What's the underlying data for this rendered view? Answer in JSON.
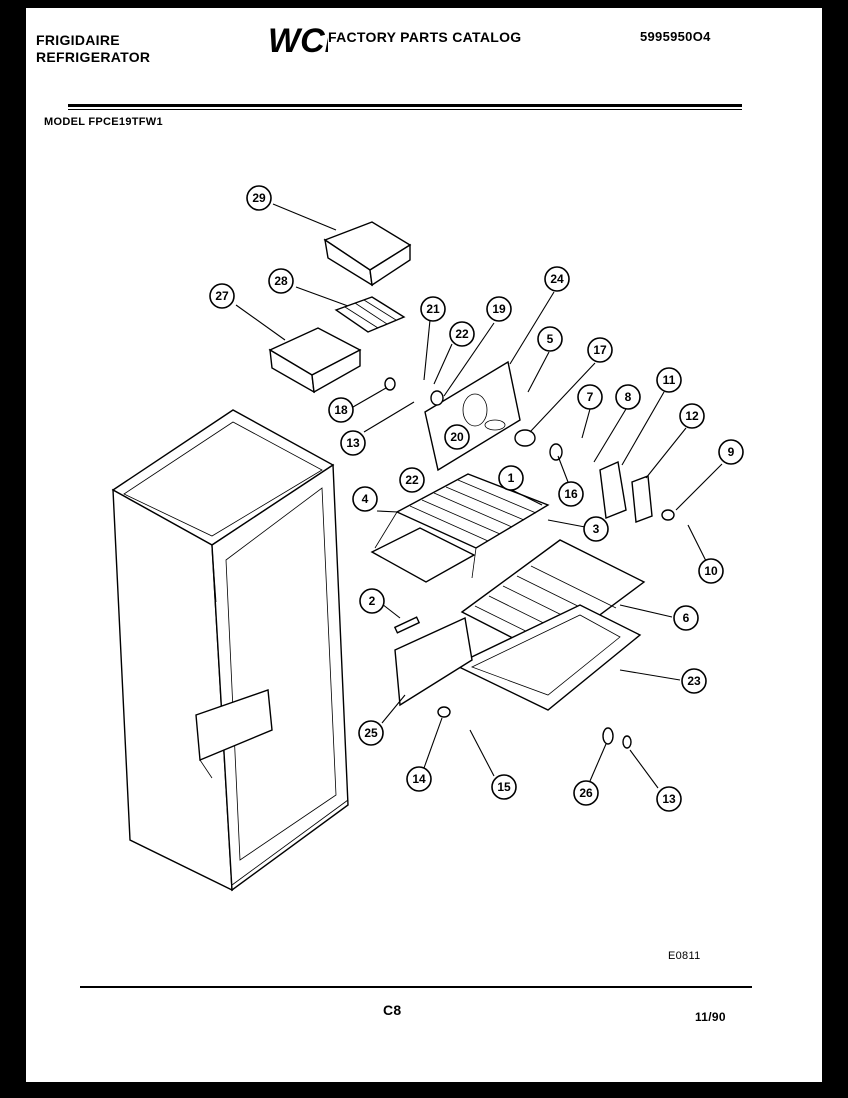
{
  "header": {
    "brand_line1": "FRIGIDAIRE",
    "brand_line2": "REFRIGERATOR",
    "logo_text": "WCI",
    "catalog_title": "FACTORY PARTS CATALOG",
    "catalog_number": "5995950O4",
    "model_label": "MODEL FPCE19TFW1"
  },
  "footer": {
    "diagram_code": "E0811",
    "page_code": "C8",
    "date": "11/90"
  },
  "callouts": [
    {
      "id": "c29",
      "label": "29"
    },
    {
      "id": "c28",
      "label": "28"
    },
    {
      "id": "c27",
      "label": "27"
    },
    {
      "id": "c21",
      "label": "21"
    },
    {
      "id": "c22a",
      "label": "22"
    },
    {
      "id": "c19",
      "label": "19"
    },
    {
      "id": "c24",
      "label": "24"
    },
    {
      "id": "c5",
      "label": "5"
    },
    {
      "id": "c17",
      "label": "17"
    },
    {
      "id": "c18",
      "label": "18"
    },
    {
      "id": "c13a",
      "label": "13"
    },
    {
      "id": "c20",
      "label": "20"
    },
    {
      "id": "c22b",
      "label": "22"
    },
    {
      "id": "c7",
      "label": "7"
    },
    {
      "id": "c8",
      "label": "8"
    },
    {
      "id": "c11",
      "label": "11"
    },
    {
      "id": "c12",
      "label": "12"
    },
    {
      "id": "c9",
      "label": "9"
    },
    {
      "id": "c1",
      "label": "1"
    },
    {
      "id": "c4",
      "label": "4"
    },
    {
      "id": "c16",
      "label": "16"
    },
    {
      "id": "c3",
      "label": "3"
    },
    {
      "id": "c10",
      "label": "10"
    },
    {
      "id": "c2",
      "label": "2"
    },
    {
      "id": "c6",
      "label": "6"
    },
    {
      "id": "c23",
      "label": "23"
    },
    {
      "id": "c25",
      "label": "25"
    },
    {
      "id": "c14",
      "label": "14"
    },
    {
      "id": "c15",
      "label": "15"
    },
    {
      "id": "c26",
      "label": "26"
    },
    {
      "id": "c13b",
      "label": "13"
    }
  ]
}
